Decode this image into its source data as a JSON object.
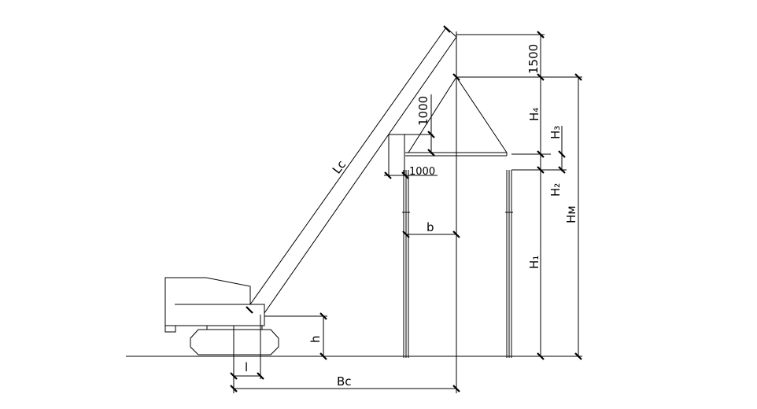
{
  "labels": {
    "boom": "Lc",
    "dim_top": "1500",
    "dim_clear_above": "1000",
    "dim_clear_side": "1000",
    "outreach": "b",
    "h4": "H₄",
    "h3": "H₃",
    "h2": "H₂",
    "h1": "H₁",
    "hm": "Hм",
    "pivot_height": "h",
    "pivot_offset": "l",
    "radius": "Bc"
  }
}
